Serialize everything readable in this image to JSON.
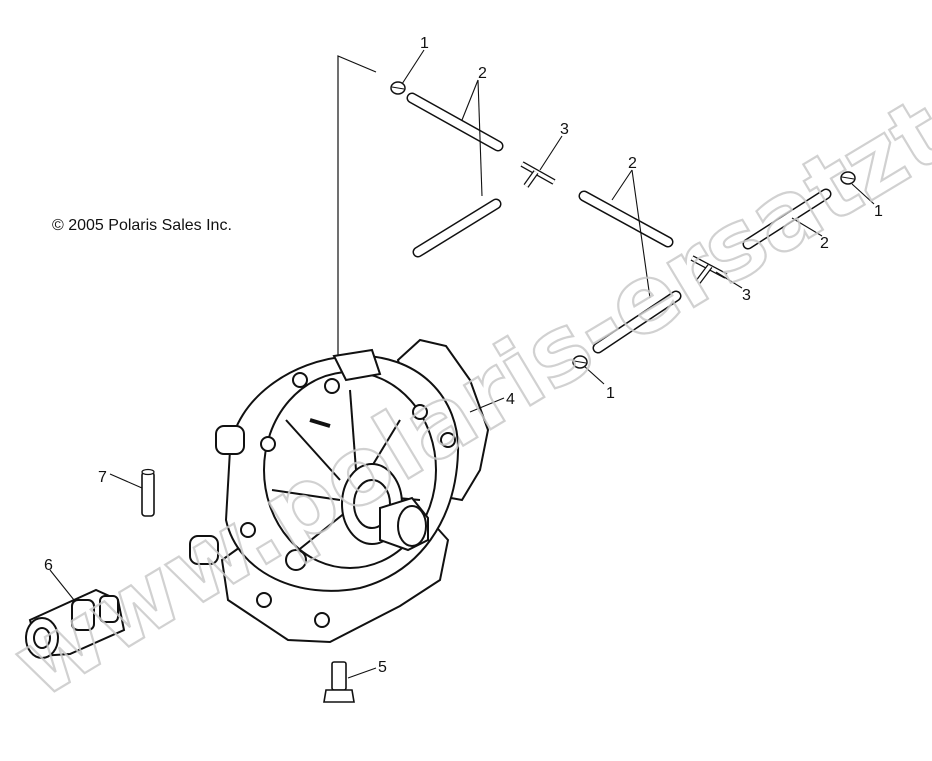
{
  "copyright": "© 2005 Polaris Sales Inc.",
  "watermark": "www.polaris-ersatzteile.de",
  "callouts": [
    "1",
    "2",
    "3",
    "2",
    "1",
    "2",
    "3",
    "1",
    "4",
    "7",
    "6",
    "5"
  ],
  "parts": [
    {
      "ref": "1",
      "name": "cap"
    },
    {
      "ref": "2",
      "name": "tube"
    },
    {
      "ref": "3",
      "name": "tee-fitting"
    },
    {
      "ref": "4",
      "name": "gearcase-housing"
    },
    {
      "ref": "5",
      "name": "bolt"
    },
    {
      "ref": "6",
      "name": "u-joint-coupler"
    },
    {
      "ref": "7",
      "name": "pin"
    }
  ]
}
